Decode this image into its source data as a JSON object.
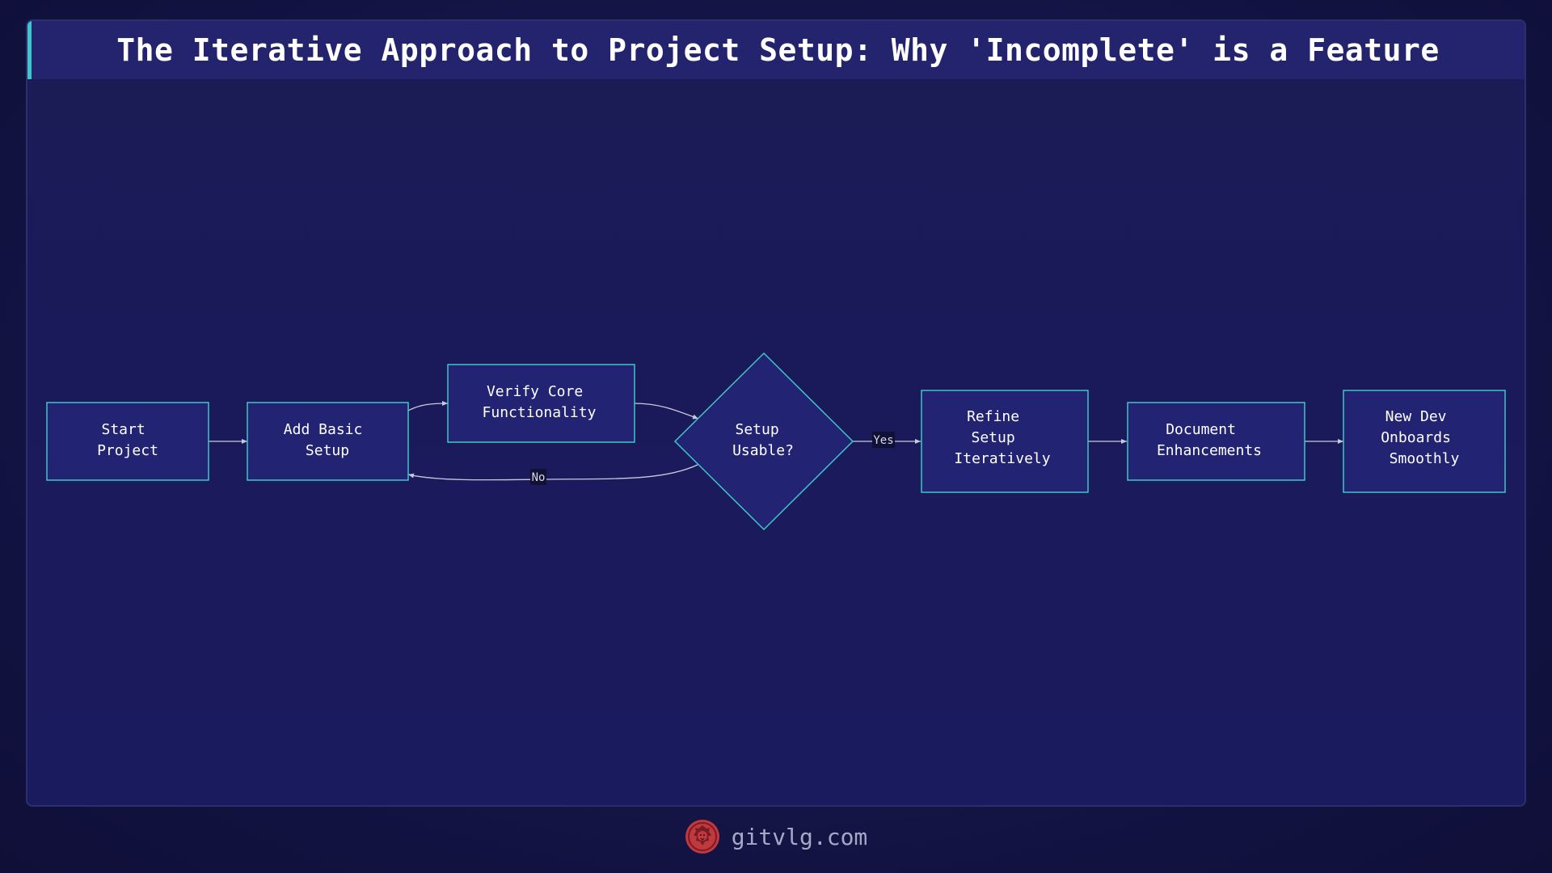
{
  "title": "The Iterative Approach to Project Setup: Why 'Incomplete' is a Feature",
  "colors": {
    "background": "#141446",
    "node_fill": "#232373",
    "node_border": "#3fc6c6",
    "edge": "#c9c9dd",
    "accent": "#3fc6c6"
  },
  "nodes": {
    "start": {
      "lines": [
        "Start",
        "Project"
      ]
    },
    "basic": {
      "lines": [
        "Add Basic",
        "Setup"
      ]
    },
    "verify": {
      "lines": [
        "Verify Core",
        "Functionality"
      ]
    },
    "decision": {
      "lines": [
        "Setup",
        "Usable?"
      ]
    },
    "refine": {
      "lines": [
        "Refine",
        "Setup",
        "Iteratively"
      ]
    },
    "document": {
      "lines": [
        "Document",
        "Enhancements"
      ]
    },
    "onboard": {
      "lines": [
        "New Dev",
        "Onboards",
        "Smoothly"
      ]
    }
  },
  "edges": {
    "yes_label": "Yes",
    "no_label": "No"
  },
  "footer": {
    "site": "gitvlg.com",
    "logo_icon": "lion-logo-icon"
  }
}
